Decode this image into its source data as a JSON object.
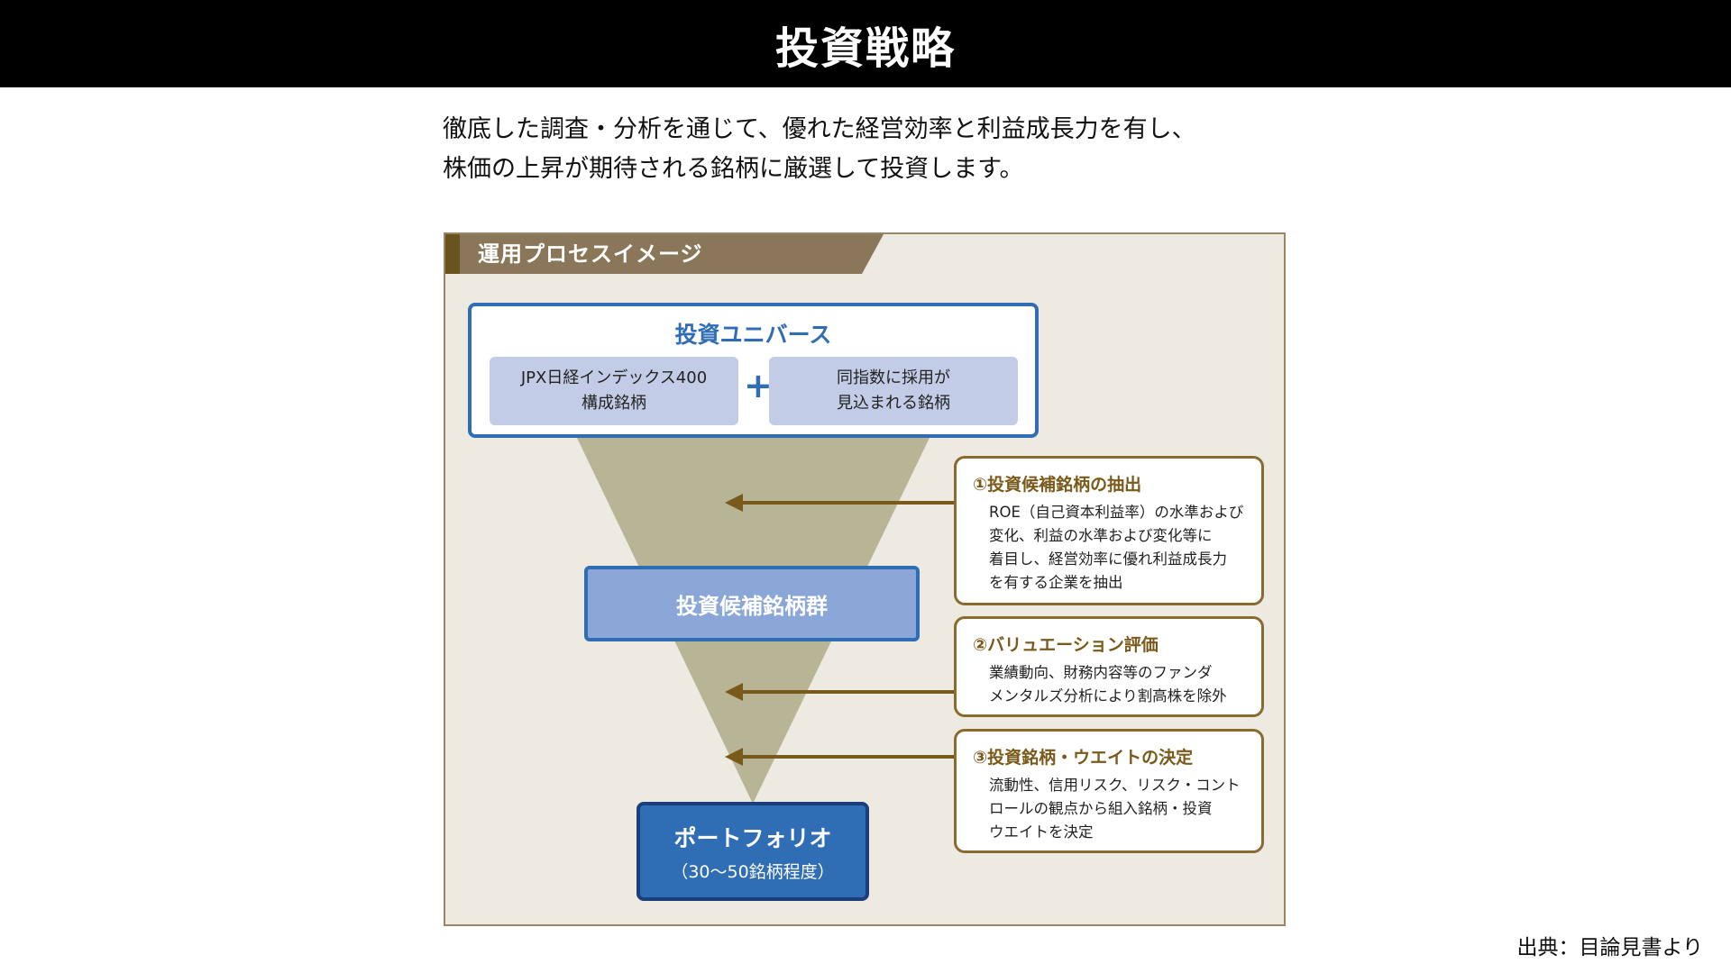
{
  "page": {
    "title": "投資戦略",
    "intro_lines": [
      "徹底した調査・分析を通じて、優れた経営効率と利益成長力を有し、",
      "株価の上昇が期待される銘柄に厳選して投資します。"
    ],
    "source": "出典：目論見書より"
  },
  "diagram": {
    "header": "運用プロセスイメージ",
    "universe": {
      "title": "投資ユニバース",
      "left_lines": [
        "JPX日経インデックス400",
        "構成銘柄"
      ],
      "plus": "+",
      "right_lines": [
        "同指数に採用が",
        "見込まれる銘柄"
      ]
    },
    "candidates": "投資候補銘柄群",
    "portfolio": {
      "title": "ポートフォリオ",
      "subtitle": "（30〜50銘柄程度）"
    },
    "steps": [
      {
        "title": "①投資候補銘柄の抽出",
        "lines": [
          "ROE（自己資本利益率）の水準および",
          "変化、利益の水準および変化等に",
          "着目し、経営効率に優れ利益成長力",
          "を有する企業を抽出"
        ]
      },
      {
        "title": "②バリュエーション評価",
        "lines": [
          "業績動向、財務内容等のファンダ",
          "メンタルズ分析により割高株を除外"
        ]
      },
      {
        "title": "③投資銘柄・ウエイトの決定",
        "lines": [
          "流動性、信用リスク、リスク・コント",
          "ロールの観点から組入銘柄・投資",
          "ウエイトを決定"
        ]
      }
    ],
    "colors": {
      "header_bg": "#8a7658",
      "header_accent": "#6b531f",
      "panel_bg": "#edeae2",
      "funnel": "#b8b496",
      "blue": "#2f6db5",
      "light_blue": "#c3cce6",
      "mid_blue": "#8aa7d8",
      "arrow": "#7a5a1a"
    }
  }
}
